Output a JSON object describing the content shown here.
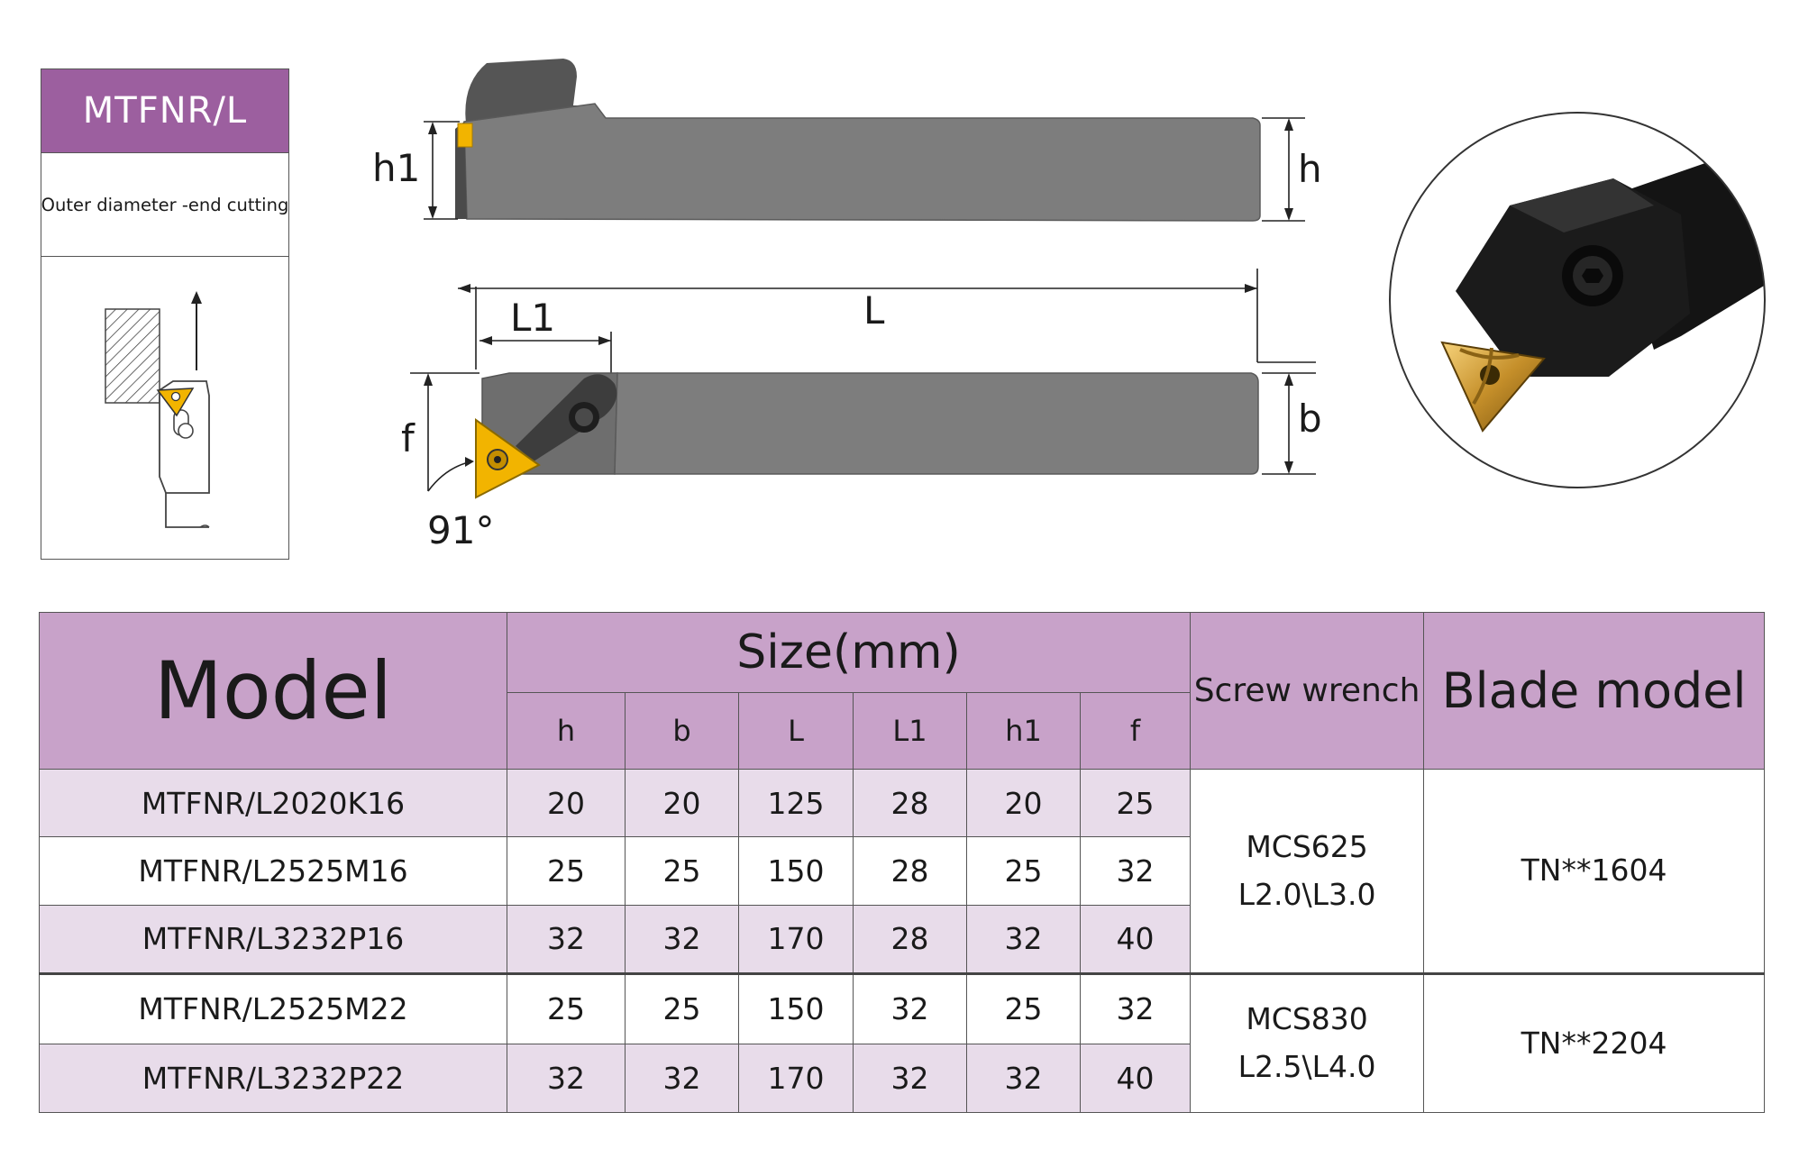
{
  "card": {
    "title": "MTFNR/L",
    "subtitle": "Outer diameter -end cutting"
  },
  "drawing_labels": {
    "h1": "h1",
    "h": "h",
    "L": "L",
    "L1": "L1",
    "f": "f",
    "b": "b",
    "angle": "91°"
  },
  "colors": {
    "accent_purple": "#9c5f9f",
    "header_bg": "#c8a2c9",
    "row_alt_bg": "#e8dcea",
    "tool_body": "#7a7a7a",
    "insert_gold": "#f2b400"
  },
  "table": {
    "header": {
      "model": "Model",
      "size": "Size(mm)",
      "columns": [
        "h",
        "b",
        "L",
        "L1",
        "h1",
        "f"
      ],
      "wrench": "Screw wrench",
      "blade": "Blade model"
    },
    "rows": [
      {
        "model": "MTFNR/L2020K16",
        "h": "20",
        "b": "20",
        "L": "125",
        "L1": "28",
        "h1": "20",
        "f": "25"
      },
      {
        "model": "MTFNR/L2525M16",
        "h": "25",
        "b": "25",
        "L": "150",
        "L1": "28",
        "h1": "25",
        "f": "32"
      },
      {
        "model": "MTFNR/L3232P16",
        "h": "32",
        "b": "32",
        "L": "170",
        "L1": "28",
        "h1": "32",
        "f": "40"
      },
      {
        "model": "MTFNR/L2525M22",
        "h": "25",
        "b": "25",
        "L": "150",
        "L1": "32",
        "h1": "25",
        "f": "32"
      },
      {
        "model": "MTFNR/L3232P22",
        "h": "32",
        "b": "32",
        "L": "170",
        "L1": "32",
        "h1": "32",
        "f": "40"
      }
    ],
    "groups": [
      {
        "wrench_line1": "MCS625",
        "wrench_line2": "L2.0\\L3.0",
        "blade": "TN**1604"
      },
      {
        "wrench_line1": "MCS830",
        "wrench_line2": "L2.5\\L4.0",
        "blade": "TN**2204"
      }
    ]
  }
}
